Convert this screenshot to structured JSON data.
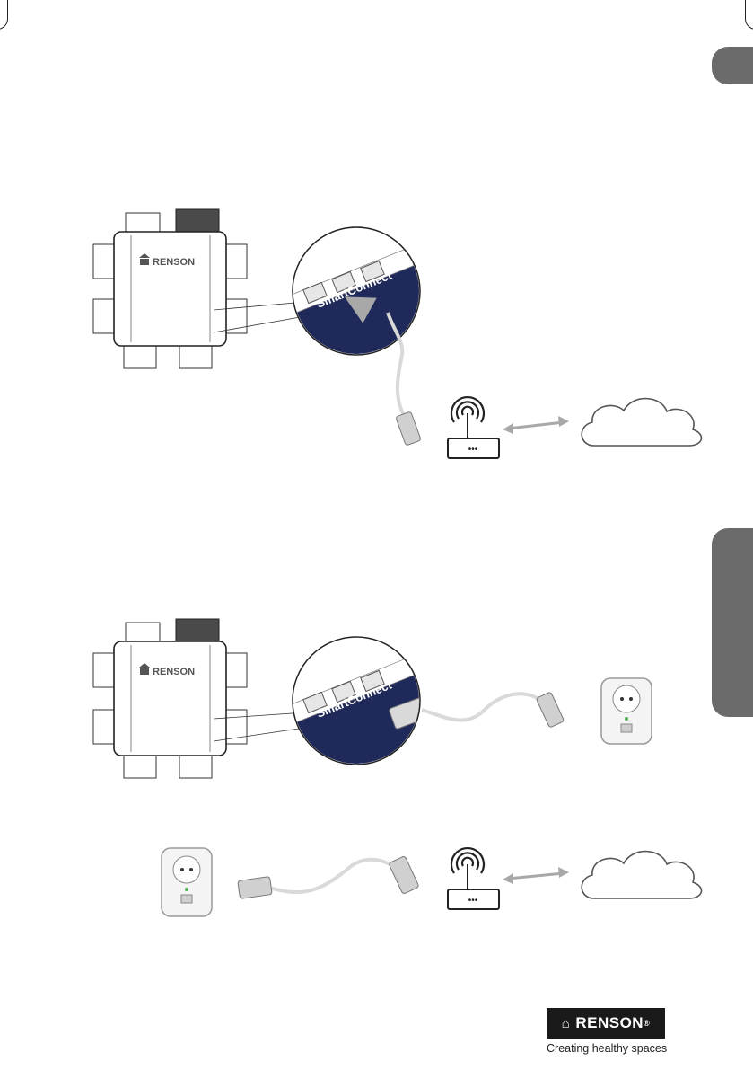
{
  "brand": {
    "name": "RENSON",
    "registered": "®",
    "tagline": "Creating healthy spaces"
  },
  "connector_label": "SmartConnect",
  "router": {
    "indicator": "•••"
  },
  "colors": {
    "navy": "#1f2a5a",
    "side_tab": "#6b6b6b",
    "cable": "#d9d9d9",
    "arrow": "#a8a8a8",
    "cloud_stroke": "#555555",
    "plug_led": "#4caf50"
  },
  "icons": [
    "renson-logo-icon",
    "wifi-router-icon",
    "cloud-icon",
    "ethernet-plug-icon",
    "powerline-adapter-icon",
    "double-arrow-icon"
  ]
}
